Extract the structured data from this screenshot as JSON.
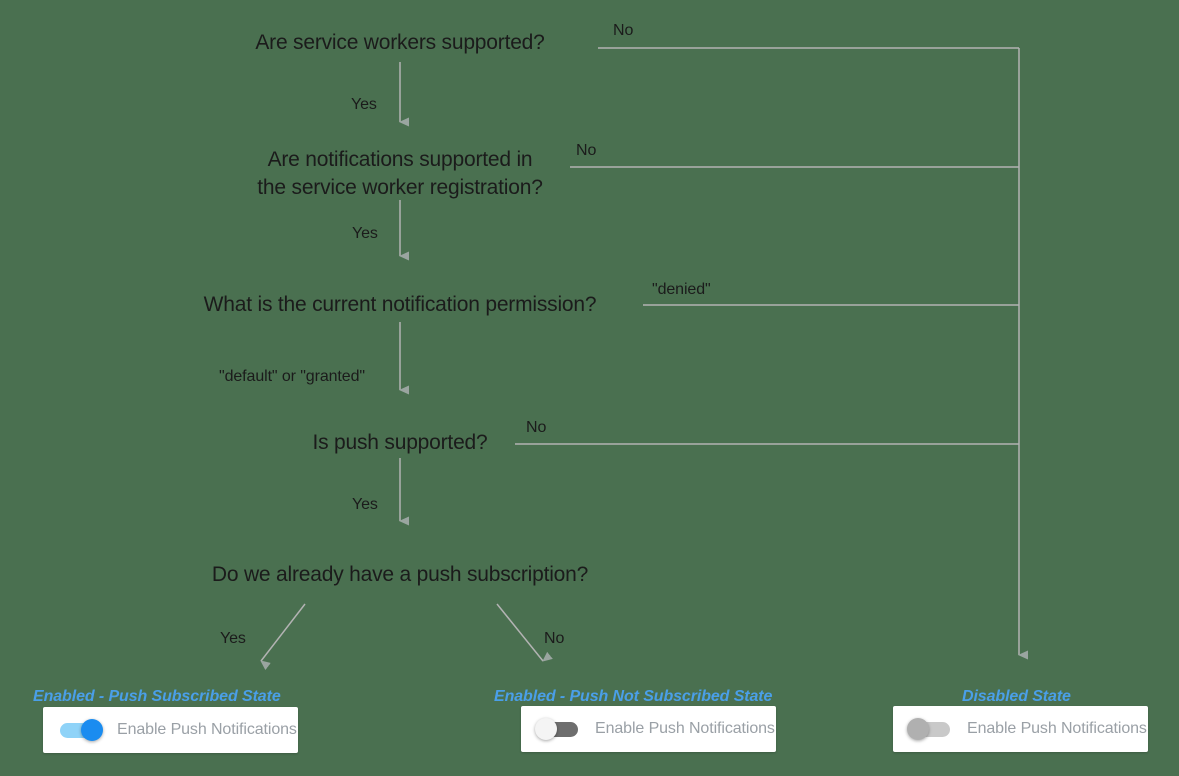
{
  "diagram": {
    "title": "Push notification enablement decision flow",
    "background_color": "#4a7050",
    "line_color": "#b3b3b3",
    "text_color": "#1b1b1b",
    "state_label_color": "#4a9fe8",
    "nodes": [
      {
        "id": "q1",
        "text": "Are service workers supported?"
      },
      {
        "id": "q2",
        "line1": "Are notifications supported in",
        "line2": "the service worker registration?"
      },
      {
        "id": "q3",
        "text": "What is the current notification permission?"
      },
      {
        "id": "q4",
        "text": "Is push supported?"
      },
      {
        "id": "q5",
        "text": "Do we already have a push subscription?"
      }
    ],
    "edges": [
      {
        "id": "e1",
        "label": "Yes"
      },
      {
        "id": "e2",
        "label": "No"
      },
      {
        "id": "e3",
        "label": "Yes"
      },
      {
        "id": "e4",
        "label": "No"
      },
      {
        "id": "e5",
        "label": "\"default\" or \"granted\""
      },
      {
        "id": "e6",
        "label": "\"denied\""
      },
      {
        "id": "e7",
        "label": "Yes"
      },
      {
        "id": "e8",
        "label": "No"
      },
      {
        "id": "e9",
        "label": "Yes"
      },
      {
        "id": "e10",
        "label": "No"
      }
    ],
    "outcomes": [
      {
        "id": "outcome-push-subscribed",
        "state_label": "Enabled - Push Subscribed State",
        "toggle_label": "Enable Push Notifications",
        "toggle_state": "on",
        "track_color": "#8fd3f8",
        "knob_color": "#1a8cf0"
      },
      {
        "id": "outcome-push-not-subscribed",
        "state_label": "Enabled - Push Not Subscribed State",
        "toggle_label": "Enable Push Notifications",
        "toggle_state": "off",
        "track_color": "#6e6e6e",
        "knob_color": "#f4f4f4"
      },
      {
        "id": "outcome-disabled",
        "state_label": "Disabled State",
        "toggle_label": "Enable Push Notifications",
        "toggle_state": "disabled",
        "track_color": "#c9c9c9",
        "knob_color": "#b0b0b0"
      }
    ]
  }
}
